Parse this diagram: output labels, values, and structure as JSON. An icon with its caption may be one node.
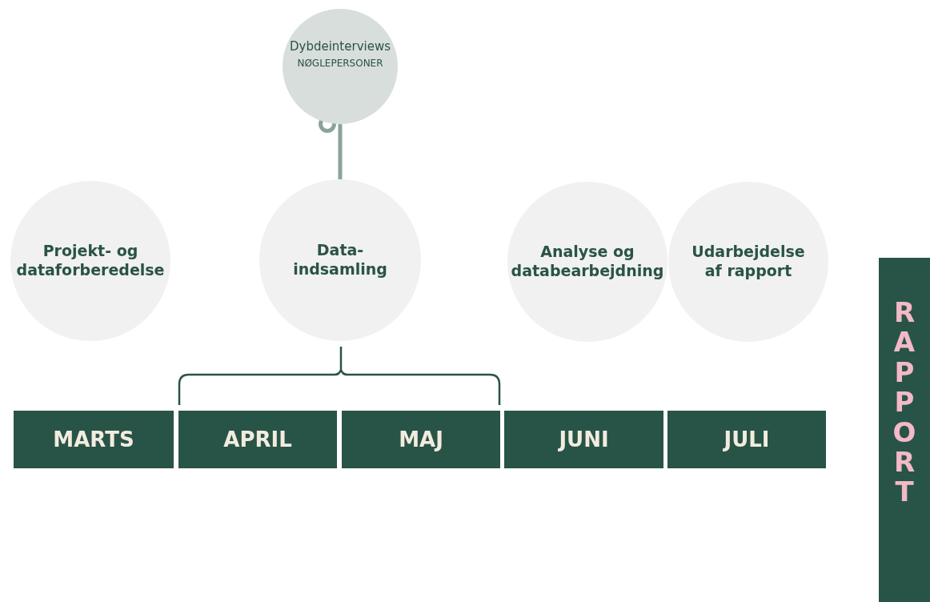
{
  "diagram": {
    "nodes": [
      {
        "text": [
          "Projekt- og dataforberedelse"
        ]
      },
      {
        "text": [
          "Dybdeinterviews",
          "NØGLEPERSONER"
        ]
      },
      {
        "text": [
          "Data- indsamling"
        ]
      },
      {
        "text": [
          "Analyse og databearbejdning"
        ]
      },
      {
        "text": [
          "Udarbejdelse af rapport"
        ]
      },
      {
        "text": [
          "MARTS"
        ]
      },
      {
        "text": [
          "APRIL"
        ]
      },
      {
        "text": [
          "MAJ"
        ]
      },
      {
        "text": [
          "JUNI"
        ]
      },
      {
        "text": [
          "JULI"
        ]
      },
      {
        "text": [
          "RAPPORT"
        ]
      }
    ],
    "edges": [
      {
        "from": 1,
        "to": 2,
        "arrow": "other"
      }
    ]
  }
}
